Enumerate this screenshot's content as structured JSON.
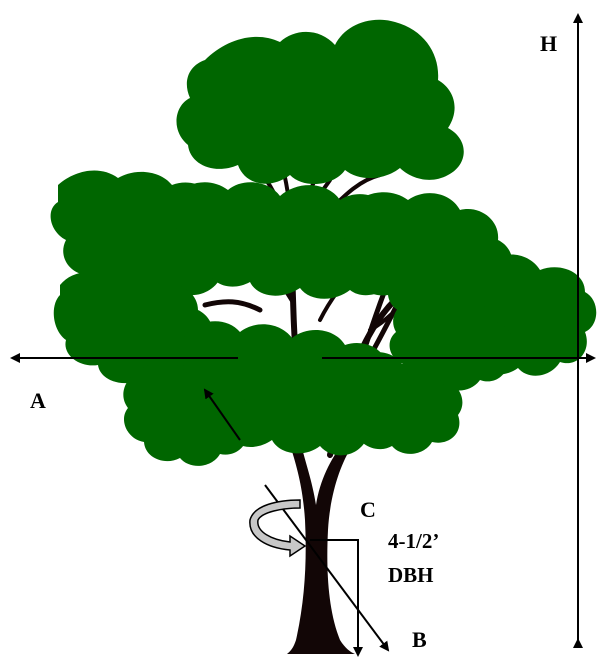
{
  "labels": {
    "height": "H",
    "crown_width": "A",
    "diagonal": "B",
    "circumference": "C",
    "dbh_line1": "4-1/2’",
    "dbh_line2": "DBH"
  },
  "colors": {
    "foliage": "#006600",
    "trunk": "#120606",
    "arrow": "#000000",
    "curl_fill": "#c8c8c8"
  }
}
